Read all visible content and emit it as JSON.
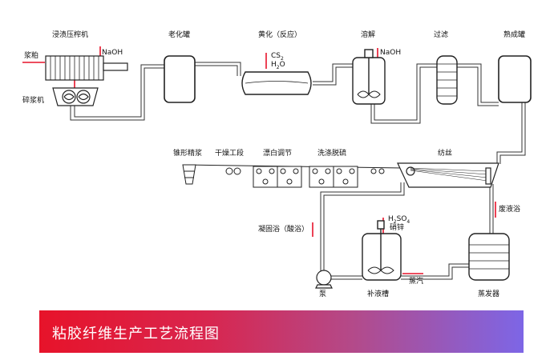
{
  "labels": {
    "steep_press": "浸渍压榨机",
    "pulp": "浆粕",
    "naoh_1": "NaOH",
    "crusher": "碎浆机",
    "aging_tank": "老化罐",
    "xanthation": "黄化（反应）",
    "cs2": "CS",
    "cs2_sub": "2",
    "h2o": "H",
    "h2o_sub": "2",
    "h2o_tail": "O",
    "dissolving": "溶解",
    "naoh_2": "NaOH",
    "filtering": "过滤",
    "ripening_tank": "熟成罐",
    "cone_refining": "锥形精浆",
    "drying": "干燥工段",
    "bleaching": "漂白调节",
    "washing": "洗涤脱硫",
    "spinning": "纺丝",
    "waste_bath": "废液浴",
    "coagulation_bath": "凝固浴（酸浴）",
    "h2so4": "H",
    "h2so4_sub": "2",
    "h2so4_tail": "SO",
    "h2so4_sub2": "4",
    "zinc": "硝锌",
    "pump": "泵",
    "steam": "蒸汽",
    "replenish_tank": "补液槽",
    "evaporator": "蒸发器"
  },
  "banner": {
    "title": "粘胶纤维生产工艺流程图"
  },
  "colors": {
    "accent": "#e7132a",
    "banner_start": "#e7132a",
    "banner_end": "#7d66e6",
    "line": "#222222"
  }
}
